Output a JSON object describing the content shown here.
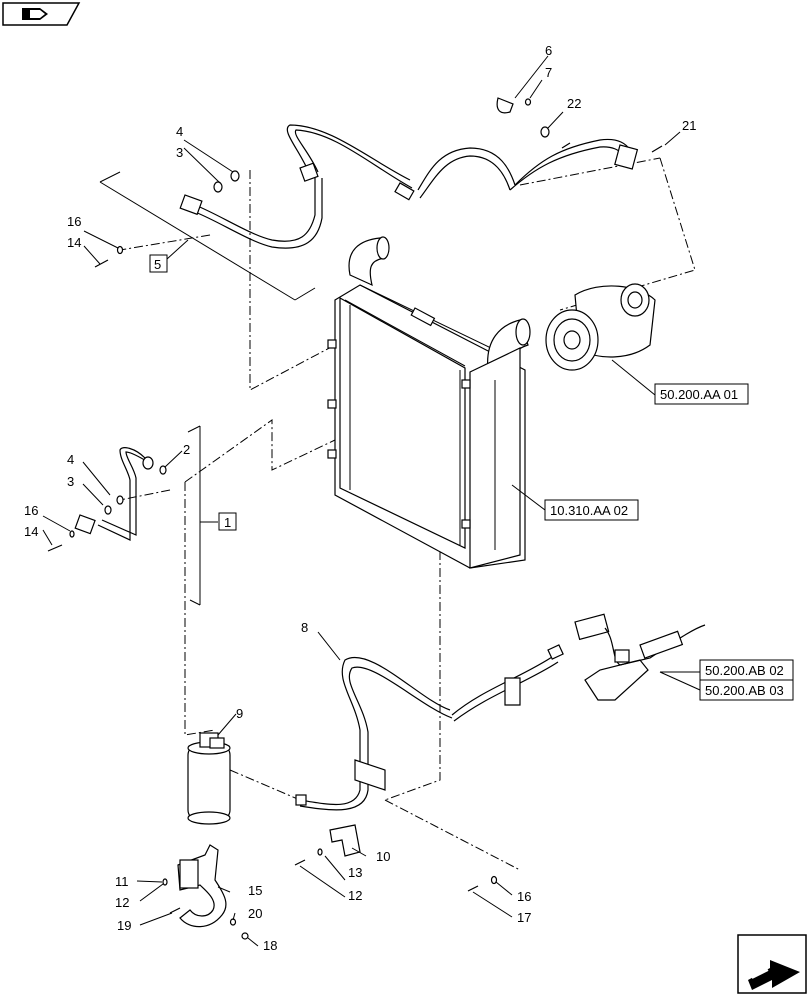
{
  "callouts": {
    "n1": "1",
    "n2": "2",
    "n3a": "3",
    "n3b": "3",
    "n4a": "4",
    "n4b": "4",
    "n5": "5",
    "n6": "6",
    "n7": "7",
    "n8": "8",
    "n9": "9",
    "n10": "10",
    "n11": "11",
    "n12a": "12",
    "n12b": "12",
    "n13": "13",
    "n14a": "14",
    "n14b": "14",
    "n15": "15",
    "n16a": "16",
    "n16b": "16",
    "n16c": "16",
    "n17": "17",
    "n18": "18",
    "n19": "19",
    "n20": "20",
    "n21": "21",
    "n22": "22"
  },
  "references": {
    "compressor": "50.200.AA 01",
    "radiator": "10.310.AA 02",
    "hose_a": "50.200.AB 02",
    "hose_b": "50.200.AB 03"
  },
  "icons": {
    "top_left": "page-nav-icon",
    "bottom_right": "next-page-arrow-icon"
  }
}
